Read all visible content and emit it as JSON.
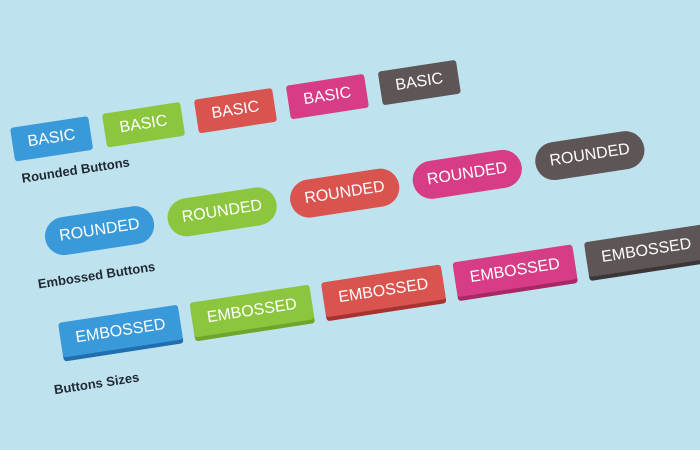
{
  "colors": {
    "blue": "#3a9ad9",
    "green": "#8cc63f",
    "red": "#d9534f",
    "pink": "#d63d86",
    "gray": "#5e5556",
    "blue_shadow": "#1f6fb0",
    "green_shadow": "#6ea52a",
    "red_shadow": "#a8322f",
    "pink_shadow": "#a82765",
    "gray_shadow": "#3d3637"
  },
  "basic": {
    "buttons": [
      "BASIC",
      "BASIC",
      "BASIC",
      "BASIC",
      "BASIC"
    ]
  },
  "rounded_section_label": "Rounded Buttons",
  "rounded": {
    "buttons": [
      "ROUNDED",
      "ROUNDED",
      "ROUNDED",
      "ROUNDED",
      "ROUNDED"
    ]
  },
  "embossed_section_label": "Embossed Buttons",
  "embossed": {
    "buttons": [
      "EMBOSSED",
      "EMBOSSED",
      "EMBOSSED",
      "EMBOSSED",
      "EMBOSSED"
    ]
  },
  "sizes_section_label": "Buttons Sizes"
}
